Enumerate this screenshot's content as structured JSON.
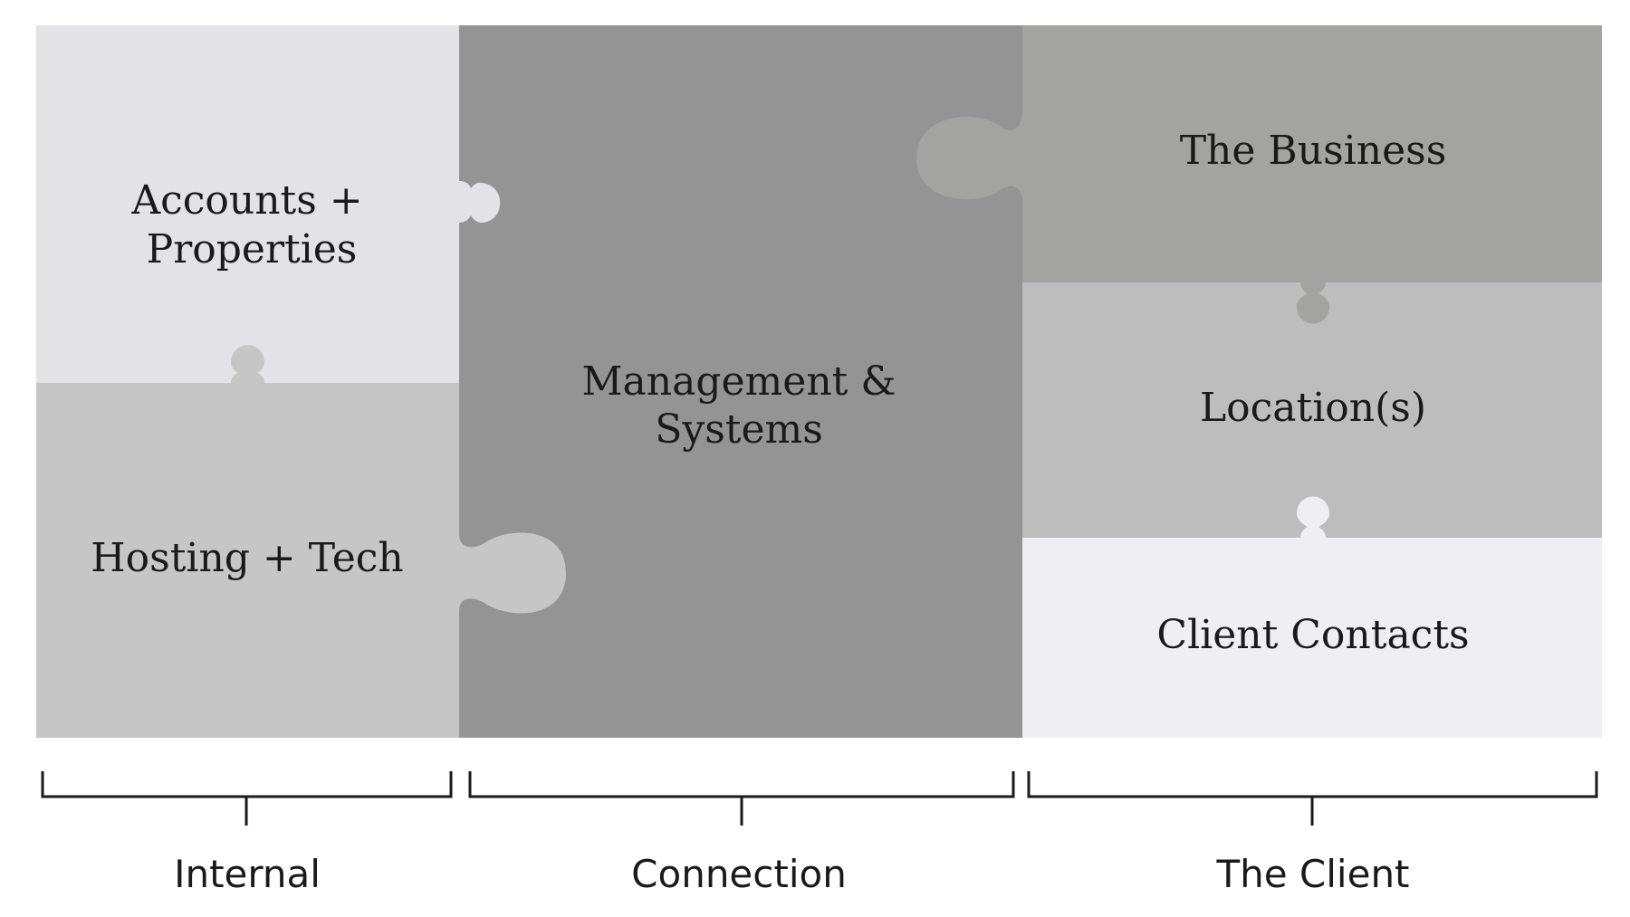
{
  "pieces": {
    "accounts": {
      "lines": [
        "Accounts +",
        "Properties"
      ],
      "color": "#e3e3e5"
    },
    "hosting": {
      "lines": [
        "Hosting + Tech"
      ],
      "color": "#c6c6c6"
    },
    "management": {
      "lines": [
        "Management &",
        "Systems"
      ],
      "color": "#949494"
    },
    "business": {
      "lines": [
        "The Business"
      ],
      "color": "#a3a3a1"
    },
    "locations": {
      "lines": [
        "Location(s)"
      ],
      "color": "#bebdbe"
    },
    "contacts": {
      "lines": [
        "Client Contacts"
      ],
      "color": "#efeff1"
    }
  },
  "groups": {
    "internal": "Internal",
    "connection": "Connection",
    "client": "The Client"
  }
}
